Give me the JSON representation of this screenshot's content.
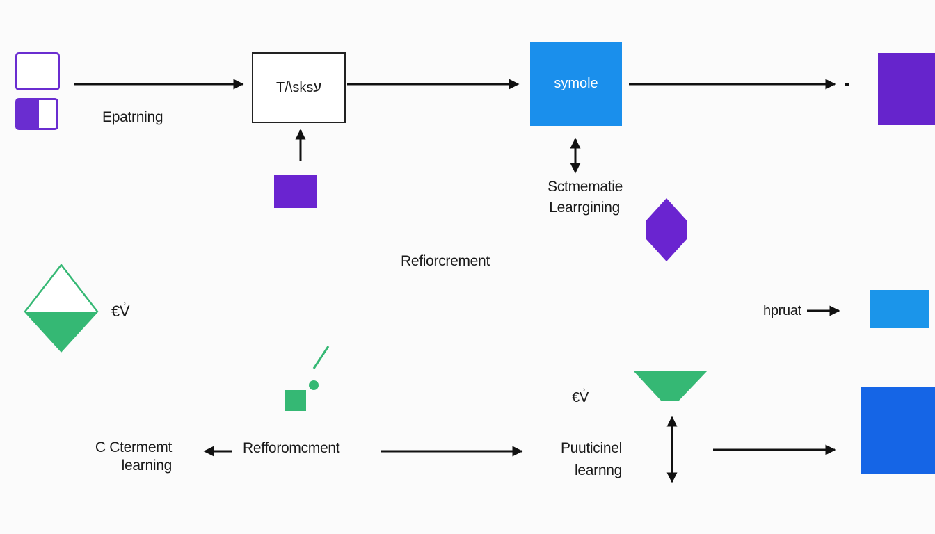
{
  "colors": {
    "purple": "#6a24d0",
    "blue": "#1a8fec",
    "deep_blue": "#1565e6",
    "green": "#35b874",
    "arrow": "#111111"
  },
  "labels": {
    "epatrning": "Epatrning",
    "task_box": "T/\\sksע",
    "symbol_box": "symole",
    "schematic_line1": "Sctmematie",
    "schematic_line2": "Learrgining",
    "reinforcement_mid": "Refiorcrement",
    "ev_left": "€V͗",
    "input": "hpruat",
    "ev_right": "€V͗",
    "c_element_line1": "C Ctermemt",
    "c_element_line2": "learning",
    "reinforcement_bottom": "Refforomcment",
    "practical_line1": "Puuticinel",
    "practical_line2": "learnng"
  }
}
